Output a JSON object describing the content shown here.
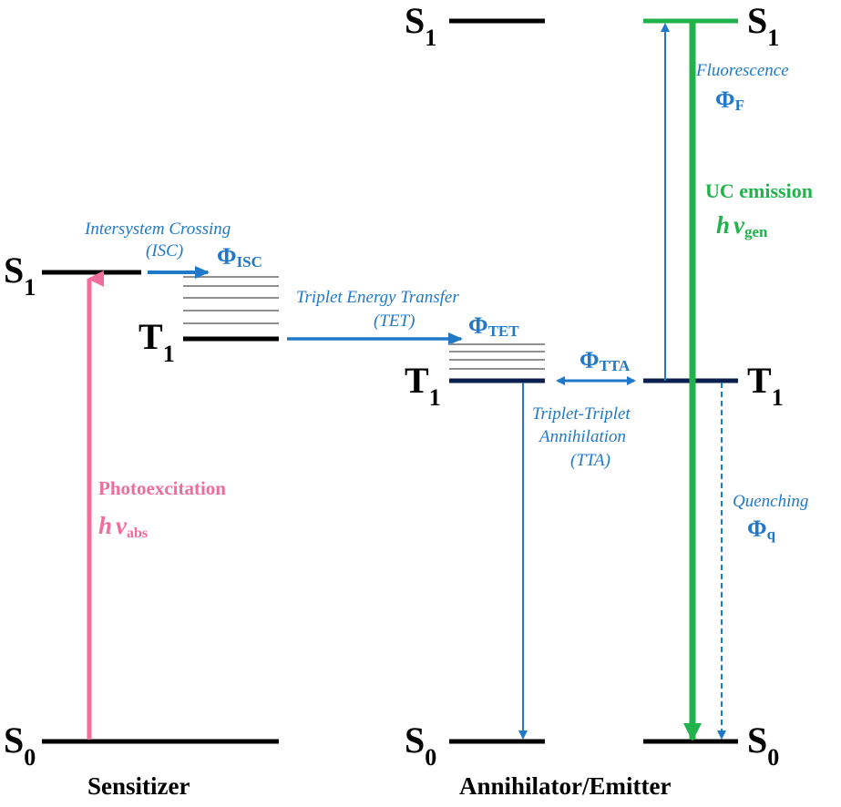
{
  "colors": {
    "blue": "#1f78c8",
    "pink": "#f06c9b",
    "green": "#21b24b",
    "navy": "#0b1f4f",
    "black": "#000000",
    "gray": "#8f8f8f"
  },
  "sensitizer": {
    "footer": "Sensitizer",
    "s1": {
      "main": "S",
      "sub": "1"
    },
    "t1": {
      "main": "T",
      "sub": "1"
    },
    "s0": {
      "main": "S",
      "sub": "0"
    }
  },
  "annihilator": {
    "footer": "Annihilator/Emitter",
    "s1_left": {
      "main": "S",
      "sub": "1"
    },
    "s1_right": {
      "main": "S",
      "sub": "1"
    },
    "t1_left": {
      "main": "T",
      "sub": "1"
    },
    "t1_right": {
      "main": "T",
      "sub": "1"
    },
    "s0_left": {
      "main": "S",
      "sub": "0"
    },
    "s0_right": {
      "main": "S",
      "sub": "0"
    }
  },
  "processes": {
    "isc": {
      "line1": "Intersystem Crossing",
      "line2": "(ISC)",
      "phi": "Φ",
      "phi_sub": "ISC"
    },
    "tet": {
      "line1": "Triplet Energy Transfer",
      "line2": "(TET)",
      "phi": "Φ",
      "phi_sub": "TET"
    },
    "tta": {
      "phi": "Φ",
      "phi_sub": "TTA",
      "line1": "Triplet-Triplet",
      "line2": "Annihilation",
      "line3": "(TTA)"
    },
    "fluorescence": {
      "label": "Fluorescence",
      "phi": "Φ",
      "phi_sub": "F"
    },
    "uc": {
      "label": "UC emission",
      "h": "h",
      "nu": "ν",
      "sub": "gen"
    },
    "photo": {
      "label": "Photoexcitation",
      "h": "h",
      "nu": "ν",
      "sub": "abs"
    },
    "quenching": {
      "label": "Quenching",
      "phi": "Φ",
      "phi_sub": "q"
    }
  }
}
